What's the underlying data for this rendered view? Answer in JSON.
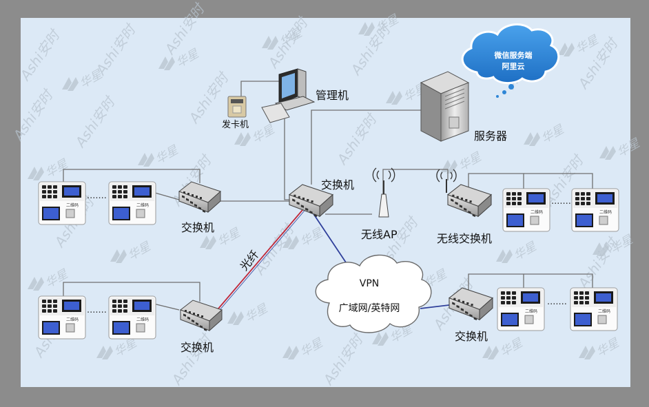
{
  "colors": {
    "frame": "#8c8c8c",
    "canvas": "#dce9f6",
    "link_gray": "#6f6f6f",
    "link_fiber": "#c0283a",
    "link_vpn": "#2f3f9a",
    "cloud_blue": "#2f86d6",
    "watermark": "#b8c4cf"
  },
  "cloud_service": {
    "line1": "微信服务端",
    "line2": "阿里云"
  },
  "labels": {
    "management_pc": "管理机",
    "card_issuer": "发卡机",
    "server": "服务器",
    "core_switch": "交换机",
    "left_top_switch": "交换机",
    "left_bottom_switch": "交换机",
    "wireless_ap": "无线AP",
    "wireless_switch": "无线交换机",
    "fiber": "光纤",
    "vpn_title": "VPN",
    "vpn_sub": "广域网/英特网",
    "right_bottom_switch": "交换机"
  },
  "terminal": {
    "tag": "二维码",
    "ellipsis": "·······"
  },
  "watermark": {
    "text_a": "Ashi安时",
    "text_b": "华星"
  }
}
